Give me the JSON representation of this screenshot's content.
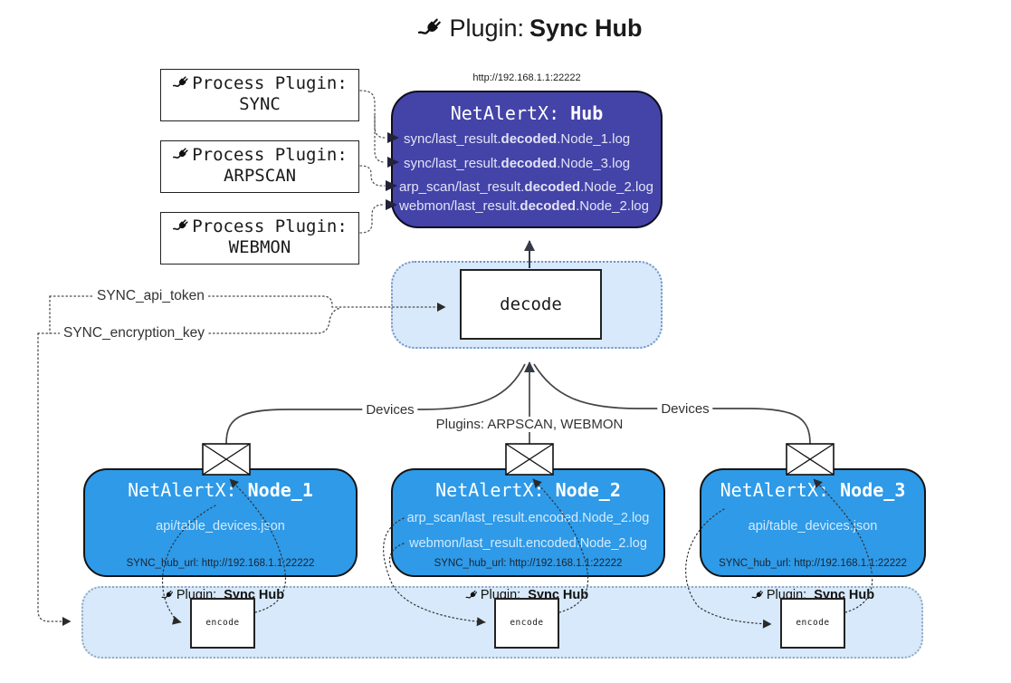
{
  "title": {
    "prefix": "Plugin:",
    "name": "Sync Hub"
  },
  "hub": {
    "url": "http://192.168.1.1:22222",
    "title_prefix": "NetAlertX:",
    "title_name": "Hub",
    "log_lines": [
      {
        "pre": "sync/last_result.",
        "bold": "decoded",
        "post": ".Node_1.log"
      },
      {
        "pre": "sync/last_result.",
        "bold": "decoded",
        "post": ".Node_3.log"
      },
      {
        "pre": "arp_scan/last_result.",
        "bold": "decoded",
        "post": ".Node_2.log"
      },
      {
        "pre": "webmon/last_result.",
        "bold": "decoded",
        "post": ".Node_2.log"
      }
    ]
  },
  "process_plugins": [
    {
      "label": "Process Plugin:",
      "name": "SYNC"
    },
    {
      "label": "Process Plugin:",
      "name": "ARPSCAN"
    },
    {
      "label": "Process Plugin:",
      "name": "WEBMON"
    }
  ],
  "decode_box": {
    "label": "decode"
  },
  "secrets": {
    "api_token": "SYNC_api_token",
    "encryption_key": "SYNC_encryption_key"
  },
  "edge_labels": {
    "devices_left": "Devices",
    "plugins_middle": "Plugins: ARPSCAN, WEBMON",
    "devices_right": "Devices"
  },
  "nodes": [
    {
      "title_prefix": "NetAlertX:",
      "title_name": "Node_1",
      "files": [
        "api/table_devices.json"
      ],
      "hub_url": "SYNC_hub_url: http://192.168.1.1:22222"
    },
    {
      "title_prefix": "NetAlertX:",
      "title_name": "Node_2",
      "files": [
        "arp_scan/last_result.encoded.Node_2.log",
        "webmon/last_result.encoded.Node_2.log"
      ],
      "hub_url": "SYNC_hub_url: http://192.168.1.1:22222"
    },
    {
      "title_prefix": "NetAlertX:",
      "title_name": "Node_3",
      "files": [
        "api/table_devices.json"
      ],
      "hub_url": "SYNC_hub_url: http://192.168.1.1:22222"
    }
  ],
  "encoder": {
    "label_prefix": "Plugin:",
    "label_name": "Sync Hub",
    "box_label": "encode"
  },
  "colors": {
    "hub_fill": "#4343A8",
    "node_fill": "#2E9AE8",
    "panel_fill": "#D7E9FB",
    "line": "#444444",
    "hub_text": "#E3E3F6",
    "node_text": "#D5EAFB"
  }
}
